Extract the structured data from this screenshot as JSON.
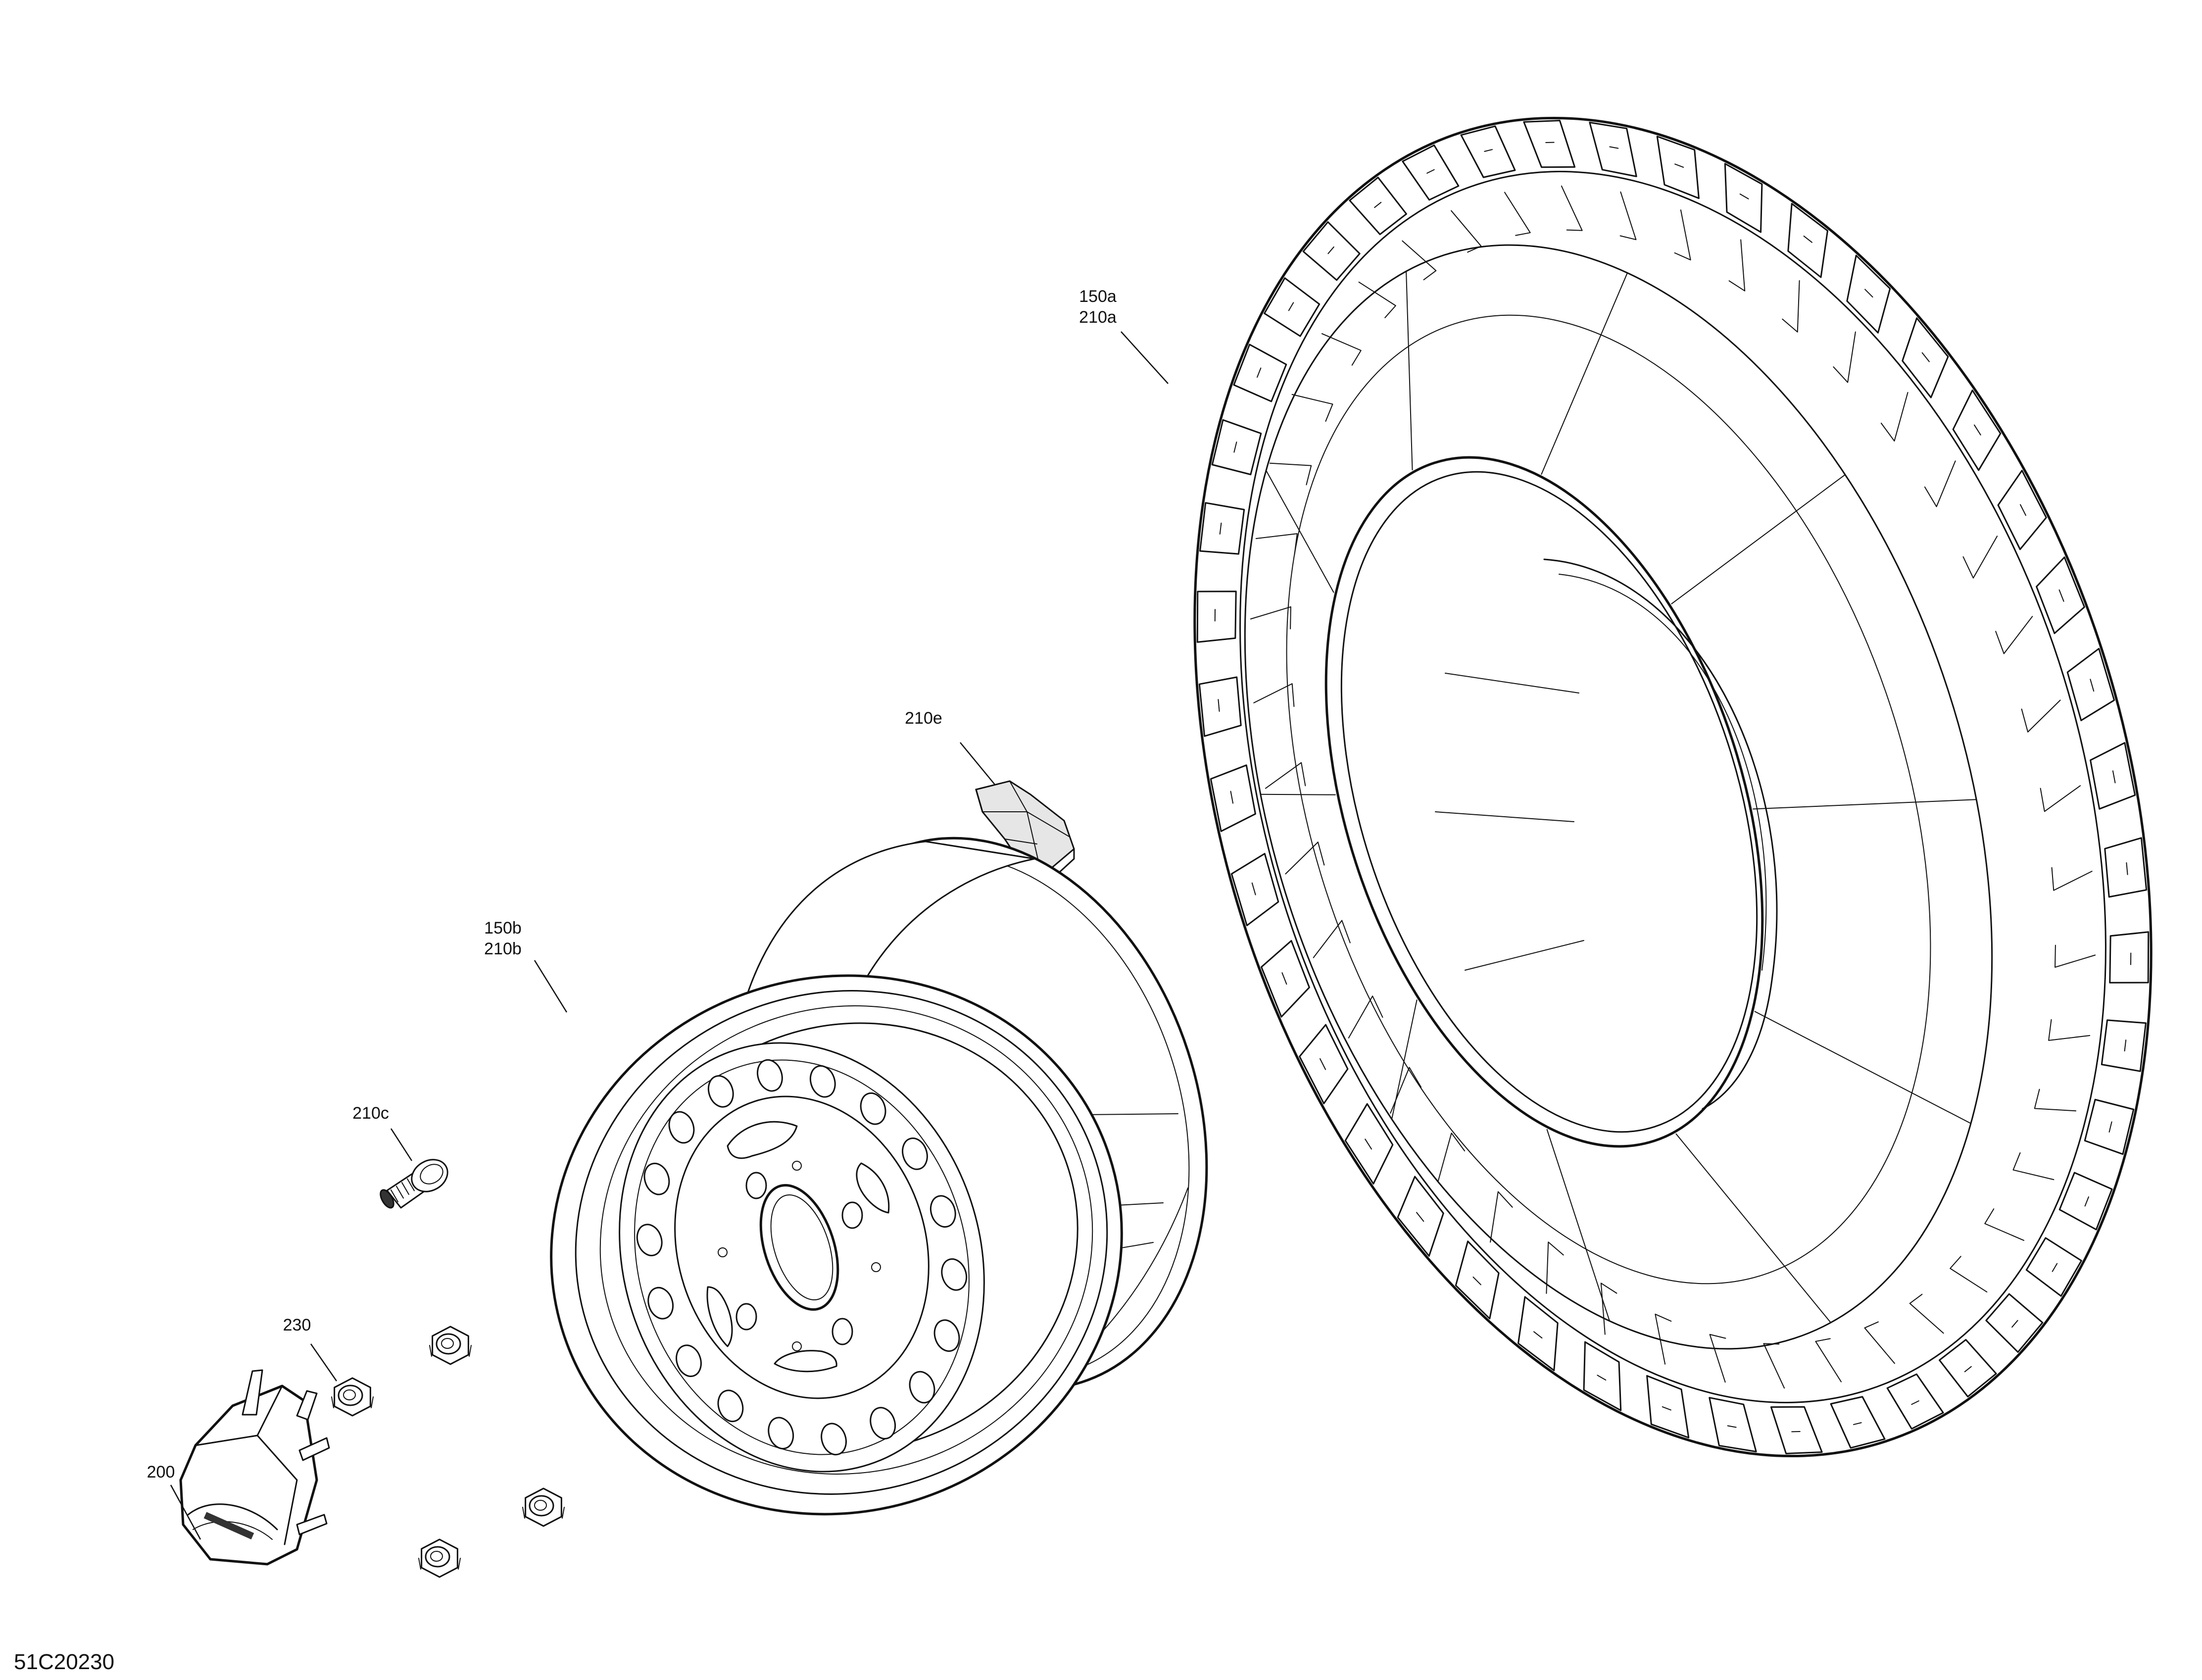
{
  "figure_id": "51C20230",
  "callouts": {
    "tire": {
      "line1": "150a",
      "line2": "210a"
    },
    "rim": {
      "line1": "150b",
      "line2": "210b"
    },
    "valve": {
      "label": "210c"
    },
    "weight": {
      "label": "210e"
    },
    "nut": {
      "label": "230"
    },
    "hub": {
      "label": "200"
    }
  },
  "colors": {
    "line": "#111111",
    "background": "#ffffff"
  },
  "icons": {
    "tire": "tire-drawing",
    "rim": "rim-drawing",
    "valve": "valve-stem-drawing",
    "weight": "balance-weight-drawing",
    "nut": "lug-nut-drawing",
    "hub": "wheel-hub-drawing"
  }
}
